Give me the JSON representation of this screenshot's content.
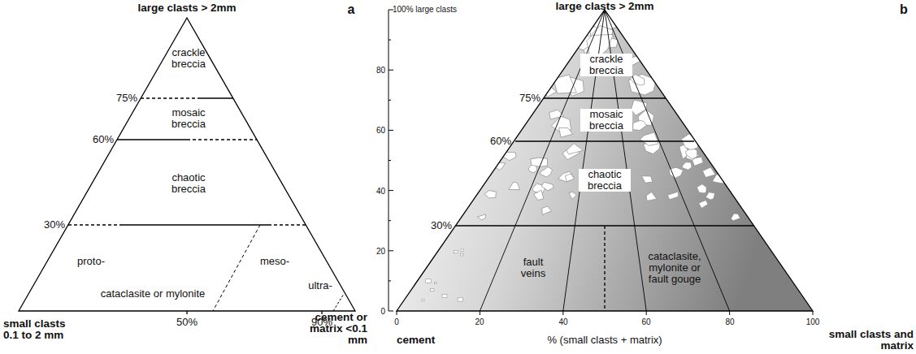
{
  "diagram": {
    "labels": [
      "large clasts > 2mm",
      "a",
      "crackle breccia",
      "mosaic breccia",
      "chaotic breccia",
      "75%",
      "60%",
      "30%",
      "proto-",
      "meso-",
      "cataclasite or mylonite",
      "ultra-",
      "50%",
      "90%",
      "small clasts 0.1 to 2 mm",
      "cement or matrix <0.1 mm",
      "100% large clasts",
      "large clasts > 2mm",
      "b",
      "80",
      "60",
      "40",
      "20",
      "0",
      "crackle breccia",
      "mosaic breccia",
      "chaotic breccia",
      "75%",
      "60%",
      "30%",
      "fault veins",
      "cataclasite, mylonite or fault gouge",
      "0",
      "20",
      "40",
      "60",
      "80",
      "100",
      "cement",
      "% (small clasts + matrix)",
      "small clasts and matrix"
    ]
  }
}
